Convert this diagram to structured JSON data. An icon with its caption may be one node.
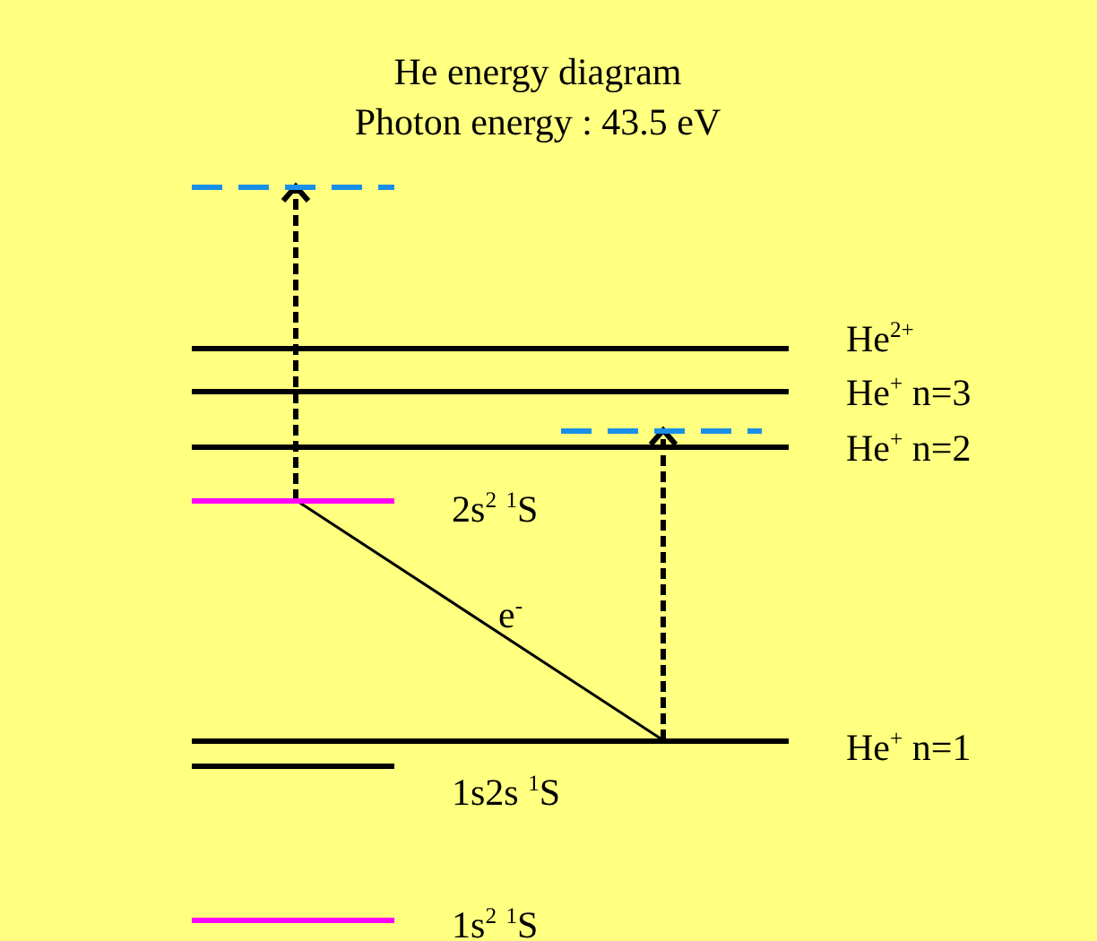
{
  "diagram": {
    "title": "He energy diagram",
    "nodes": [
      {
        "text": [],
        "shape": "bar"
      },
      {
        "text": [
          "He$^{2+}$"
        ]
      },
      {
        "text": [
          "He$^{+}$ n=3"
        ]
      },
      {
        "text": [],
        "shape": "bar"
      },
      {
        "text": [
          "He$^{+}$ n=2"
        ]
      },
      {
        "text": [
          "2s$^{2}$ $^{1}$S"
        ]
      },
      {
        "text": [
          "He$^{+}$ n=1"
        ]
      },
      {
        "text": [
          "1s2s  $^{1}$S"
        ]
      },
      {
        "text": [
          "1s$^{2}$ $^{1}$S"
        ]
      }
    ],
    "edges": [
      {
        "from": 5,
        "to": 0,
        "arrow": "to",
        "style": "dashed"
      },
      {
        "from": 5,
        "to": 6,
        "arrow": "none",
        "label": "e$^{-}$"
      },
      {
        "from": 6,
        "to": 3,
        "arrow": "to",
        "style": "dashed"
      }
    ],
    "labels": [
      "Photon energy : 43.5 eV"
    ]
  }
}
